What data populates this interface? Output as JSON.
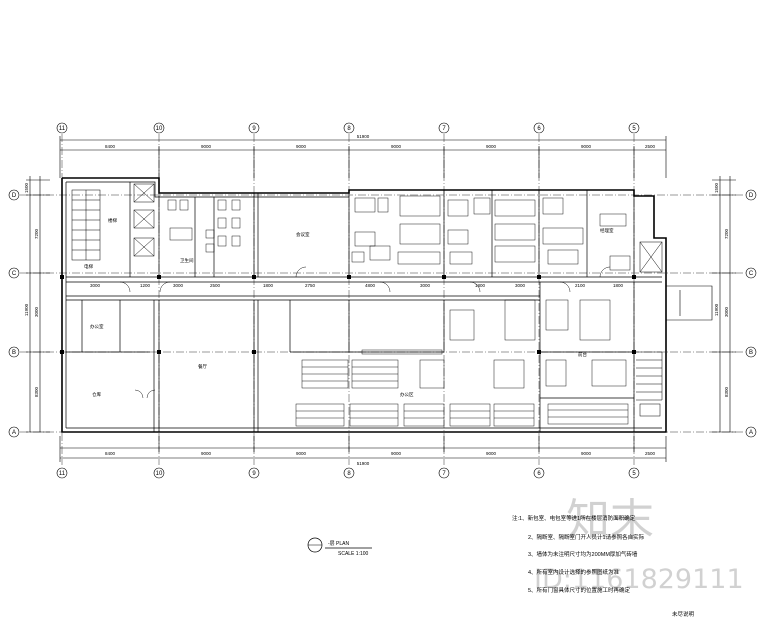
{
  "grid": {
    "columns": [
      "11",
      "10",
      "9",
      "8",
      "7",
      "6",
      "5"
    ],
    "rows": [
      "D",
      "C",
      "B",
      "A"
    ]
  },
  "dimensions": {
    "top_total": "51900",
    "top_bays": [
      "8400",
      "9000",
      "9000",
      "9000",
      "9000",
      "9000",
      "2500"
    ],
    "bottom_total": "51900",
    "bottom_bays": [
      "8400",
      "9000",
      "9000",
      "9000",
      "9000",
      "9000",
      "2500"
    ],
    "left_vertical": [
      "1500",
      "7200",
      "3000",
      "8300",
      "11900"
    ],
    "right_vertical": [
      "1500",
      "7200",
      "3000",
      "8300",
      "11900"
    ],
    "corridor_dims": [
      "3000",
      "1200",
      "3000",
      "2500",
      "1800",
      "2750",
      "4800",
      "3000",
      "1800",
      "3000",
      "2100",
      "1800"
    ]
  },
  "rooms": {
    "stair": "楼梯",
    "elevator_left": "电梯",
    "meeting": "会议室",
    "office_left": "办公室",
    "store": "仓库",
    "canteen": "餐厅",
    "open_office": "办公区",
    "manager": "经理室",
    "toilet": "卫生间",
    "reception": "前台"
  },
  "title": {
    "label": "-层 PLAN",
    "scale": "SCALE 1:100"
  },
  "notes": [
    "注:1、新包室、电包室等进1所在楼层消防面积确定",
    "2、隔断室、隔断室门开人员计1请参照各自实际",
    "3、墙体为未注明尺寸均为200MM厚加气砖墙",
    "4、所有室内设计选择的参照图纸为准",
    "5、所有门窗具体尺寸的位置施工时再确定",
    "未尽说明"
  ],
  "watermark": {
    "brand": "知末",
    "id": "ID:1161829111"
  }
}
